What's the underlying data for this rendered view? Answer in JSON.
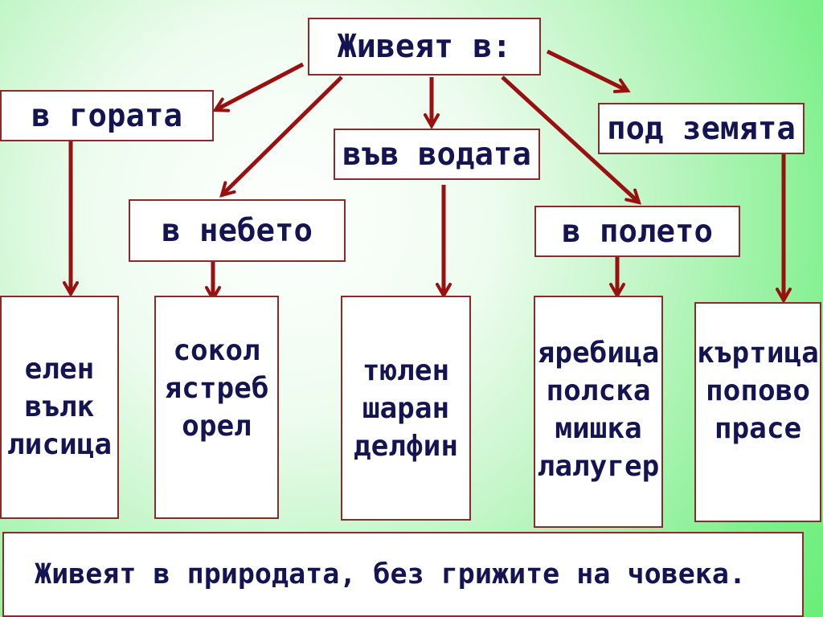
{
  "title": "Живеят в:",
  "habitats": [
    {
      "label": "в гората",
      "animals": [
        "елен",
        "вълк",
        "лисица"
      ]
    },
    {
      "label": "в небето",
      "animals": [
        "сокол",
        "ястреб",
        "орел"
      ]
    },
    {
      "label": "във водата",
      "animals": [
        "тюлен",
        "шаран",
        "делфин"
      ]
    },
    {
      "label": "в полето",
      "animals": [
        "яребица",
        "полска",
        "мишка",
        "лалугер"
      ]
    },
    {
      "label": "под земята",
      "animals": [
        "къртица",
        "попово",
        "прасе"
      ]
    }
  ],
  "conclusion": "Живеят в природата, без грижите на човека.",
  "colors": {
    "text": "#141452",
    "arrow": "#9a1010",
    "border": "#8b2a2a",
    "box_fill": "#ffffff",
    "background_center": "#ffffff",
    "background_edge": "#6aee78"
  }
}
